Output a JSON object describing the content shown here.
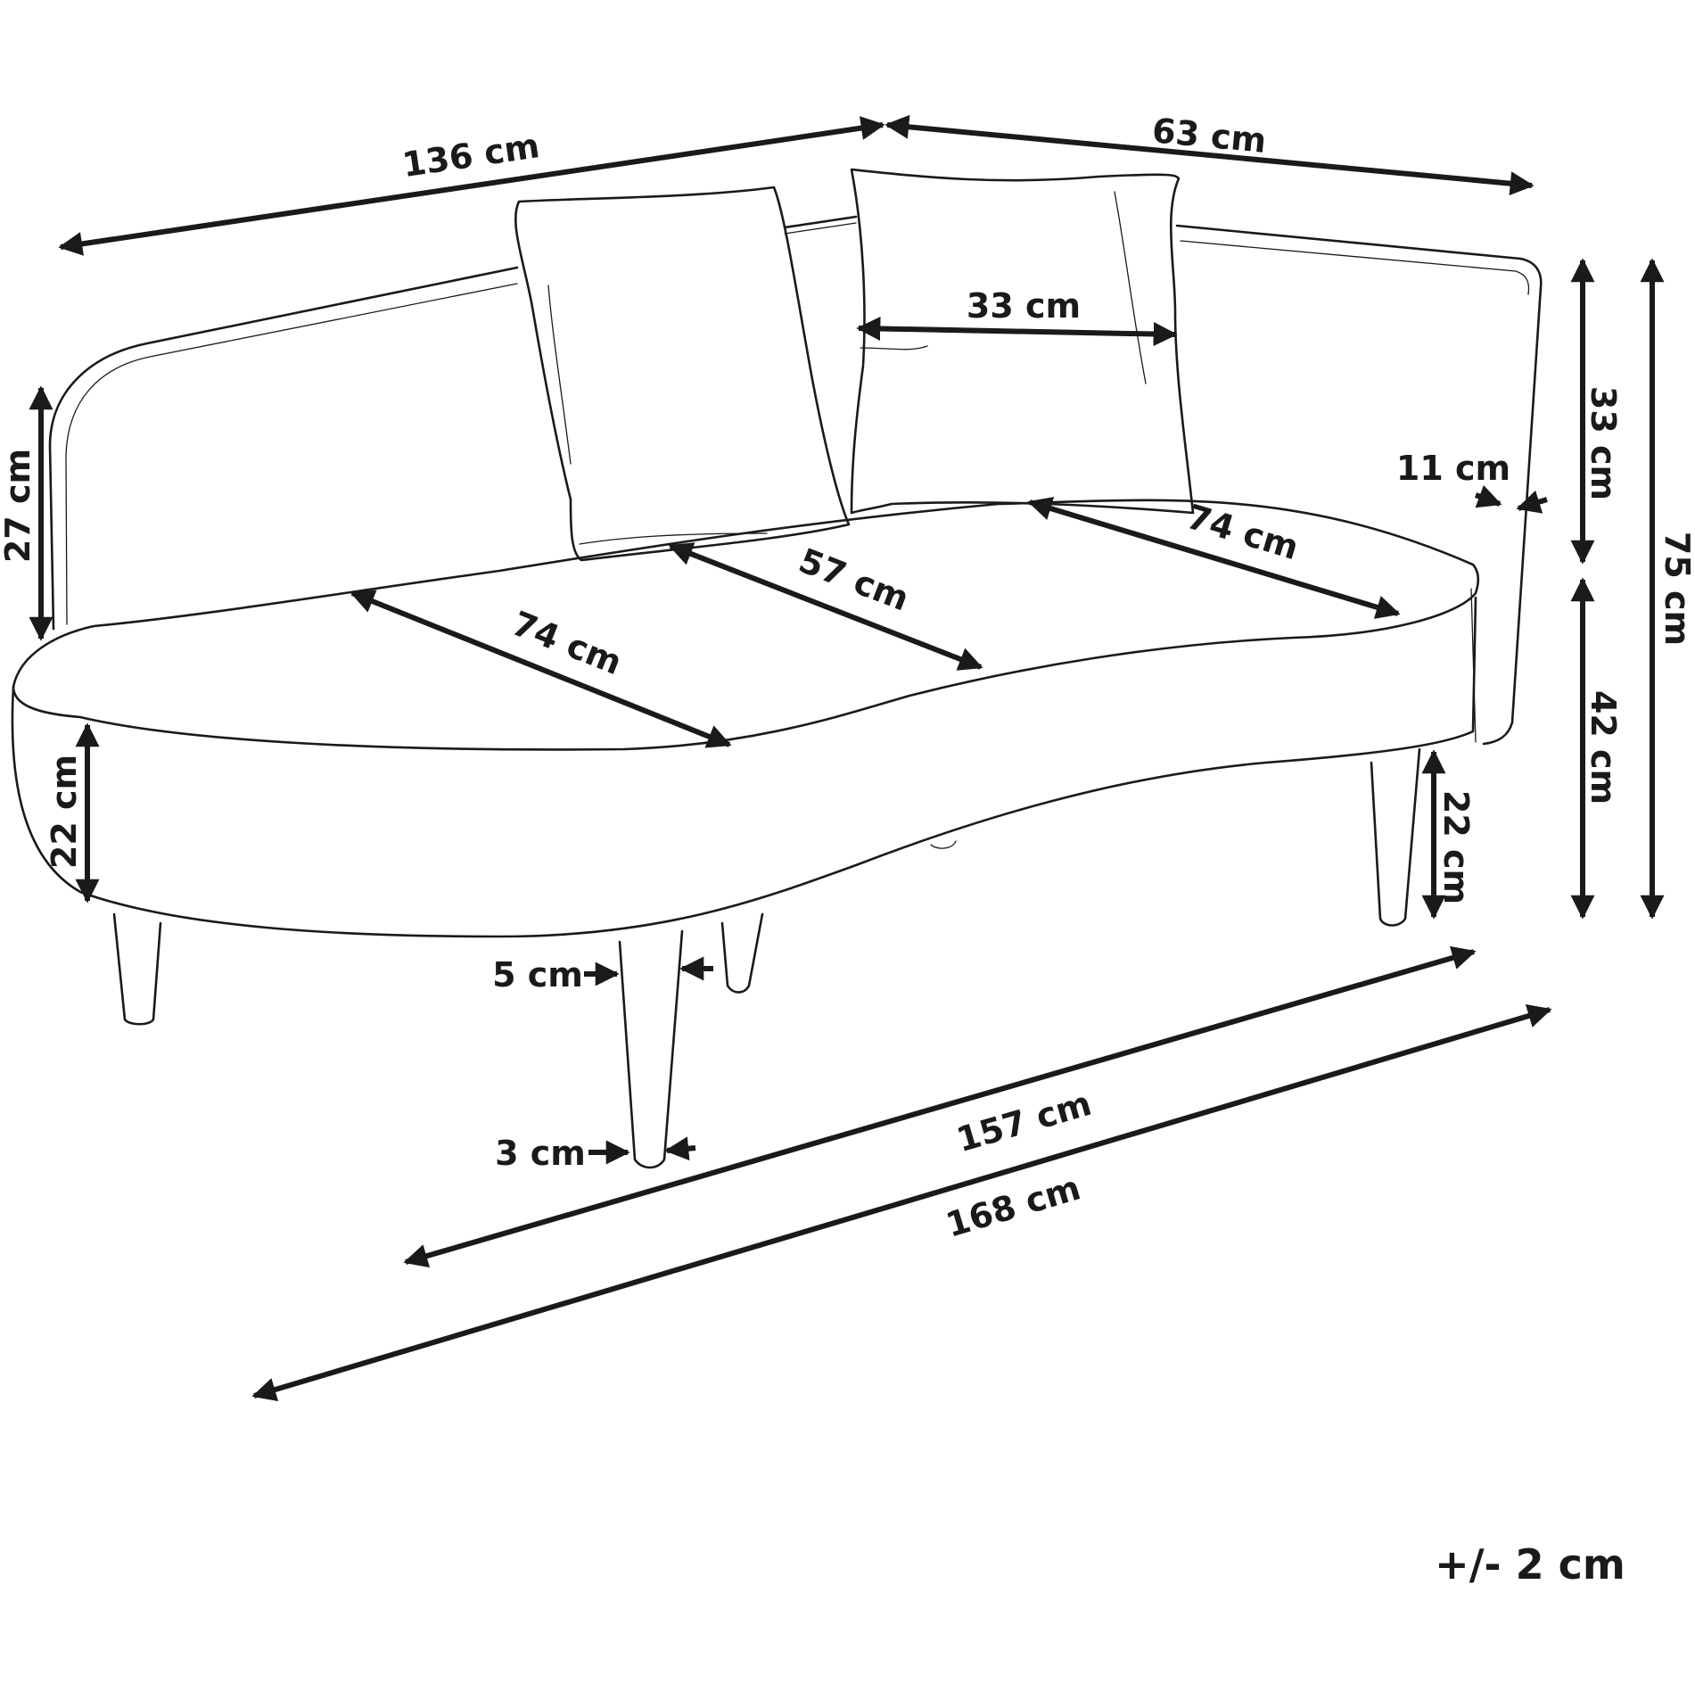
{
  "dimensions": {
    "back_width": "136 cm",
    "side_depth": "63 cm",
    "pillow_width": "33 cm",
    "armrest_height": "27 cm",
    "backrest_height": "33 cm",
    "total_height": "75 cm",
    "backrest_thickness": "11 cm",
    "seat_depth_left": "74 cm",
    "seat_depth_middle": "57 cm",
    "seat_depth_right": "74 cm",
    "seat_height": "42 cm",
    "cushion_height_left": "22 cm",
    "leg_height": "22 cm",
    "leg_top_width": "5 cm",
    "leg_bottom_width": "3 cm",
    "front_width": "157 cm",
    "total_width": "168 cm"
  },
  "tolerance": "+/- 2 cm"
}
